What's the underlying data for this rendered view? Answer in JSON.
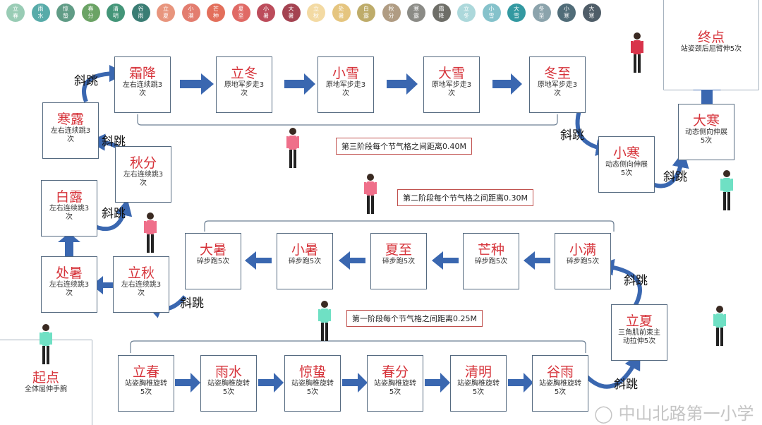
{
  "solar_terms": [
    {
      "name": "立春",
      "color": "#8fc7ad"
    },
    {
      "name": "雨水",
      "color": "#45a3a0"
    },
    {
      "name": "惊蛰",
      "color": "#4f9279"
    },
    {
      "name": "春分",
      "color": "#5b9a55"
    },
    {
      "name": "清明",
      "color": "#2f8a6a"
    },
    {
      "name": "谷雨",
      "color": "#256f66"
    },
    {
      "name": "立夏",
      "color": "#e68a70"
    },
    {
      "name": "小满",
      "color": "#e07060"
    },
    {
      "name": "芒种",
      "color": "#e0604a"
    },
    {
      "name": "夏至",
      "color": "#dd5a55"
    },
    {
      "name": "小暑",
      "color": "#b5394a"
    },
    {
      "name": "大暑",
      "color": "#9b2f3f"
    },
    {
      "name": "立秋",
      "color": "#f2d69a"
    },
    {
      "name": "处暑",
      "color": "#e3bf72"
    },
    {
      "name": "白露",
      "color": "#b8a45a"
    },
    {
      "name": "秋分",
      "color": "#a89276"
    },
    {
      "name": "寒露",
      "color": "#7f7f7a"
    },
    {
      "name": "霜降",
      "color": "#5f5f58"
    },
    {
      "name": "立冬",
      "color": "#a4d4d8"
    },
    {
      "name": "小雪",
      "color": "#78bcc6"
    },
    {
      "name": "大雪",
      "color": "#1e8f97"
    },
    {
      "name": "冬至",
      "color": "#7f9aa4"
    },
    {
      "name": "小寒",
      "color": "#3e5d6a"
    },
    {
      "name": "大寒",
      "color": "#3d4c58"
    }
  ],
  "start": {
    "title": "起点",
    "desc": "全体屈伸手腕"
  },
  "end": {
    "title": "终点",
    "desc": "站姿颈后屈臂伸5次"
  },
  "stations": {
    "lichun": {
      "title": "立春",
      "desc": "站姿胸椎旋转5次"
    },
    "yushui": {
      "title": "雨水",
      "desc": "站姿胸椎旋转5次"
    },
    "jingzhe": {
      "title": "惊蛰",
      "desc": "站姿胸椎旋转5次"
    },
    "chunfen": {
      "title": "春分",
      "desc": "站姿胸椎旋转5次"
    },
    "qingming": {
      "title": "清明",
      "desc": "站姿胸椎旋转5次"
    },
    "guyu": {
      "title": "谷雨",
      "desc": "站姿胸椎旋转5次"
    },
    "lixia": {
      "title": "立夏",
      "desc": "三角肌前束主动拉伸5次"
    },
    "xiaoman": {
      "title": "小满",
      "desc": "碎步跑5次"
    },
    "mangzhong": {
      "title": "芒种",
      "desc": "碎步跑5次"
    },
    "xiazhi": {
      "title": "夏至",
      "desc": "碎步跑5次"
    },
    "xiaoshu": {
      "title": "小暑",
      "desc": "碎步跑5次"
    },
    "dashu": {
      "title": "大暑",
      "desc": "碎步跑5次"
    },
    "liqiu": {
      "title": "立秋",
      "desc": "左右连续跳3次"
    },
    "chushu": {
      "title": "处暑",
      "desc": "左右连续跳3次"
    },
    "bailu": {
      "title": "白露",
      "desc": "左右连续跳3次"
    },
    "qiufen": {
      "title": "秋分",
      "desc": "左右连续跳3次"
    },
    "hanlu": {
      "title": "寒露",
      "desc": "左右连续跳3次"
    },
    "shuangjiang": {
      "title": "霜降",
      "desc": "左右连续跳3次"
    },
    "lidong": {
      "title": "立冬",
      "desc": "原地军步走3次"
    },
    "xiaoxue": {
      "title": "小雪",
      "desc": "原地军步走3次"
    },
    "daxue": {
      "title": "大雪",
      "desc": "原地军步走3次"
    },
    "dongzhi": {
      "title": "冬至",
      "desc": "原地军步走3次"
    },
    "xiaohan": {
      "title": "小寒",
      "desc": "动态侧向伸展5次"
    },
    "dahan": {
      "title": "大寒",
      "desc": "动态侧向伸展5次"
    }
  },
  "stages": {
    "s1": "第一阶段每个节气格之间距离0.25M",
    "s2": "第二阶段每个节气格之间距离0.30M",
    "s3": "第三阶段每个节气格之间距离0.40M"
  },
  "jump_label": "斜跳",
  "watermark": "中山北路第一小学"
}
